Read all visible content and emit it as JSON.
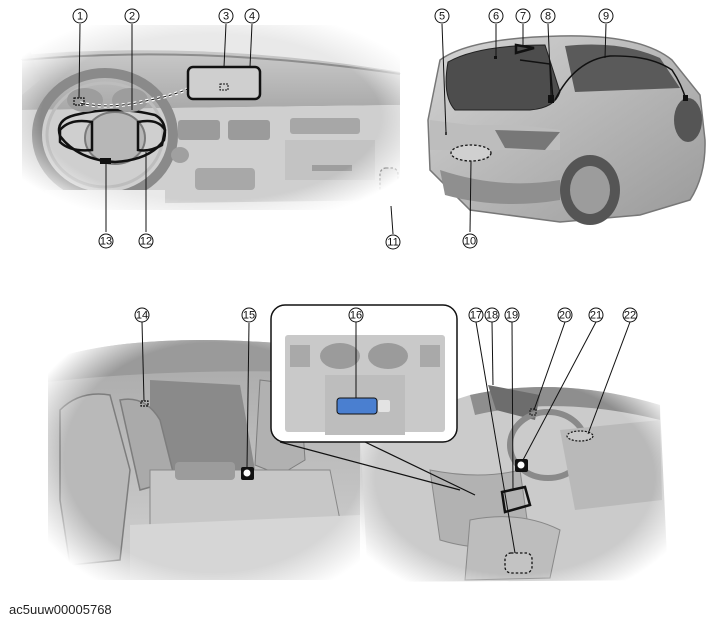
{
  "callouts": [
    "1",
    "2",
    "3",
    "4",
    "5",
    "6",
    "7",
    "8",
    "9",
    "10",
    "11",
    "12",
    "13",
    "14",
    "15",
    "16",
    "17",
    "18",
    "19",
    "20",
    "21",
    "22"
  ],
  "document_id": "ac5uuw00005768",
  "colors": {
    "line": "#111111",
    "gray_dark": "#8d8d8d",
    "gray_mid": "#b4b4b4",
    "gray_light": "#d6d6d6",
    "gray_pale": "#e6e6e6",
    "highlight_blue": "#4a7fd0"
  }
}
